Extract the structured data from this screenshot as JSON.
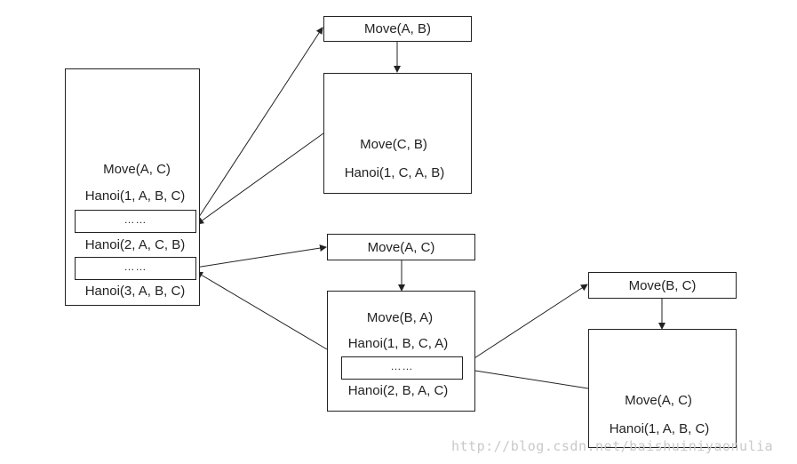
{
  "left_frame": {
    "lines": [
      "Move(A, C)",
      "Hanoi(1, A, B, C)",
      "Hanoi(2, A, C, B)",
      "Hanoi(3, A, B, C)"
    ],
    "slot1": "……",
    "slot2": "……"
  },
  "top_call": {
    "label": "Move(A, B)",
    "lines": [
      "Move(C, B)",
      "Hanoi(1, C, A, B)"
    ]
  },
  "middle_call": {
    "label": "Move(A, C)",
    "lines": [
      "Move(B, A)",
      "Hanoi(1, B, C, A)",
      "Hanoi(2, B, A, C)"
    ],
    "slot": "……"
  },
  "right_call": {
    "label": "Move(B, C)",
    "lines": [
      "Move(A, C)",
      "Hanoi(1, A, B, C)"
    ]
  },
  "watermark": "http://blog.csdn.net/baishuiniyaonulia",
  "colors": {
    "stroke": "#222222",
    "watermark": "#c9c9c9"
  }
}
